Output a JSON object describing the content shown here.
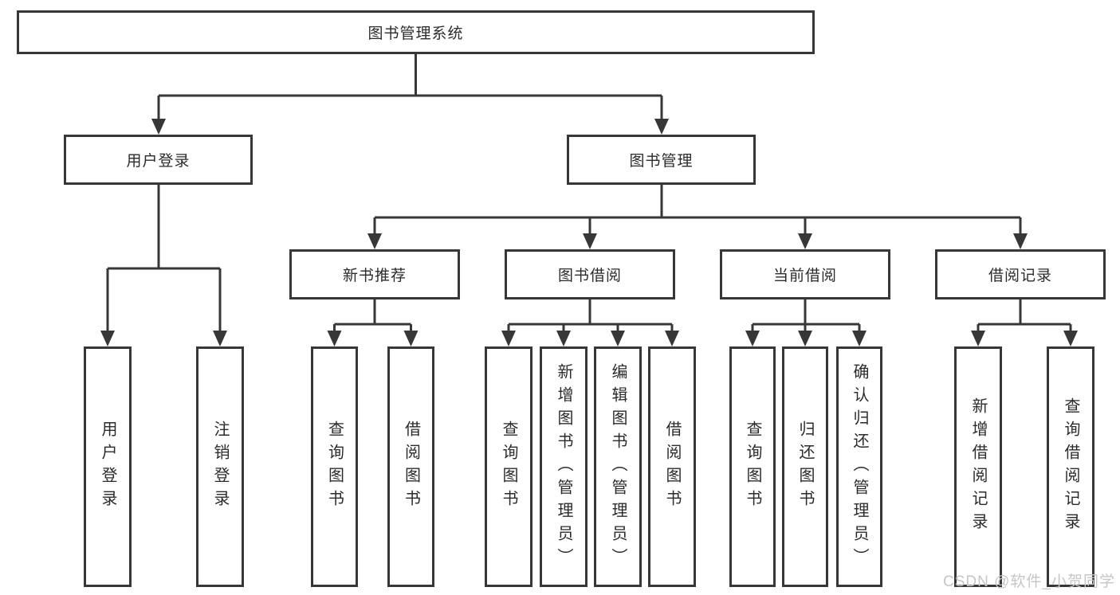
{
  "diagram": {
    "watermark": "CSDN @软件_小贺同学",
    "colors": {
      "line": "#373737",
      "text": "#2b2b2b",
      "background": "#ffffff",
      "watermark": "#c6c6c6"
    },
    "tree": {
      "label": "图书管理系统",
      "children": [
        {
          "label": "用户登录",
          "children": [
            {
              "label": "用户登录"
            },
            {
              "label": "注销登录"
            }
          ]
        },
        {
          "label": "图书管理",
          "children": [
            {
              "label": "新书推荐",
              "children": [
                {
                  "label": "查询图书"
                },
                {
                  "label": "借阅图书"
                }
              ]
            },
            {
              "label": "图书借阅",
              "children": [
                {
                  "label": "查询图书"
                },
                {
                  "label": "新增图书（管理员）"
                },
                {
                  "label": "编辑图书（管理员）"
                },
                {
                  "label": "借阅图书"
                }
              ]
            },
            {
              "label": "当前借阅",
              "children": [
                {
                  "label": "查询图书"
                },
                {
                  "label": "归还图书"
                },
                {
                  "label": "确认归还（管理员）"
                }
              ]
            },
            {
              "label": "借阅记录",
              "children": [
                {
                  "label": "新增借阅记录"
                },
                {
                  "label": "查询借阅记录"
                }
              ]
            }
          ]
        }
      ]
    }
  }
}
